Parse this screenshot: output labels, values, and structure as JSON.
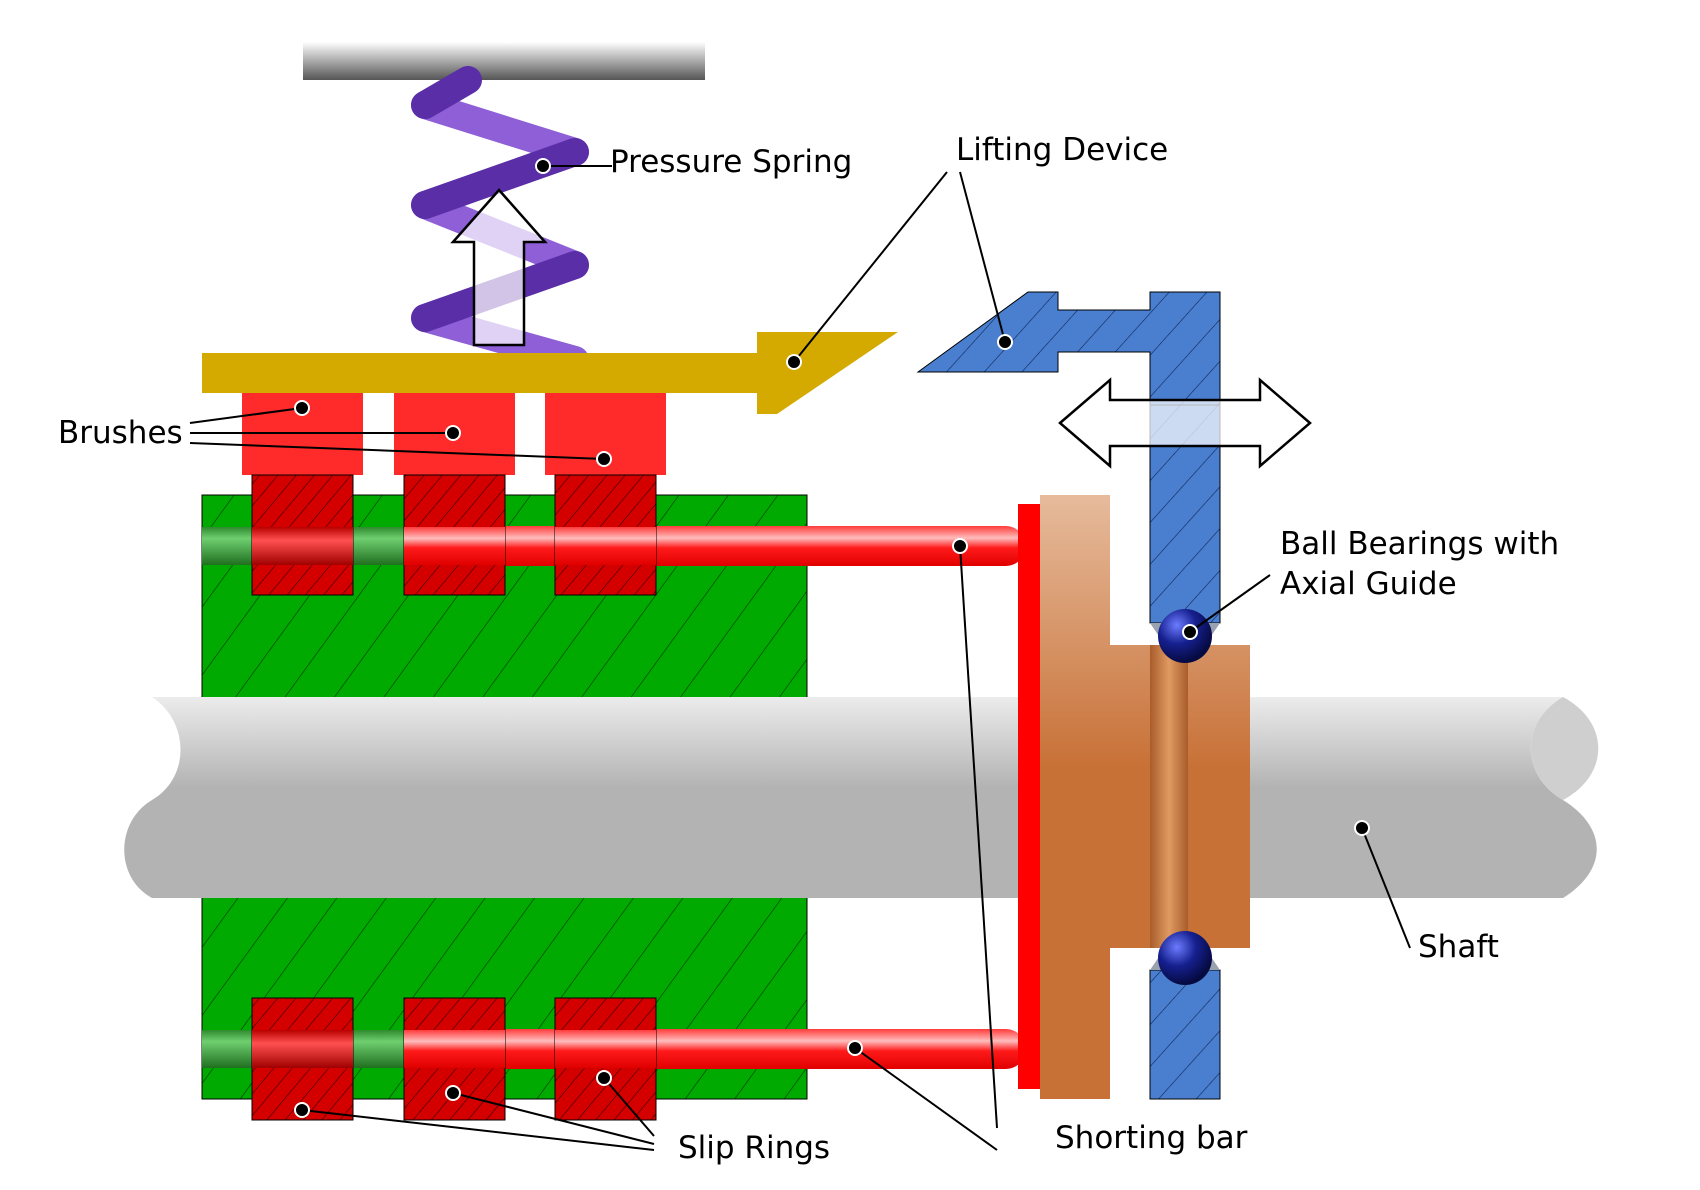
{
  "labels": {
    "pressure_spring": "Pressure Spring",
    "lifting_device": "Lifting Device",
    "brushes": "Brushes",
    "ball_bearings_line1": "Ball Bearings with",
    "ball_bearings_line2": "Axial Guide",
    "shaft": "Shaft",
    "slip_rings": "Slip Rings",
    "shorting_bar": "Shorting bar"
  },
  "colors": {
    "spring_dark": "#5a2ea6",
    "spring_light": "#8e5fd6",
    "lever": "#d4aa00",
    "brush": "#ff2a2a",
    "slip_ring": "#d40000",
    "insulator": "#00aa00",
    "shaft": "#bfbfbf",
    "bushing": "#c87137",
    "lifting_device": "#4a7fd0",
    "ball": "#0c1a7a",
    "shorting_bar": "#ff0000"
  }
}
